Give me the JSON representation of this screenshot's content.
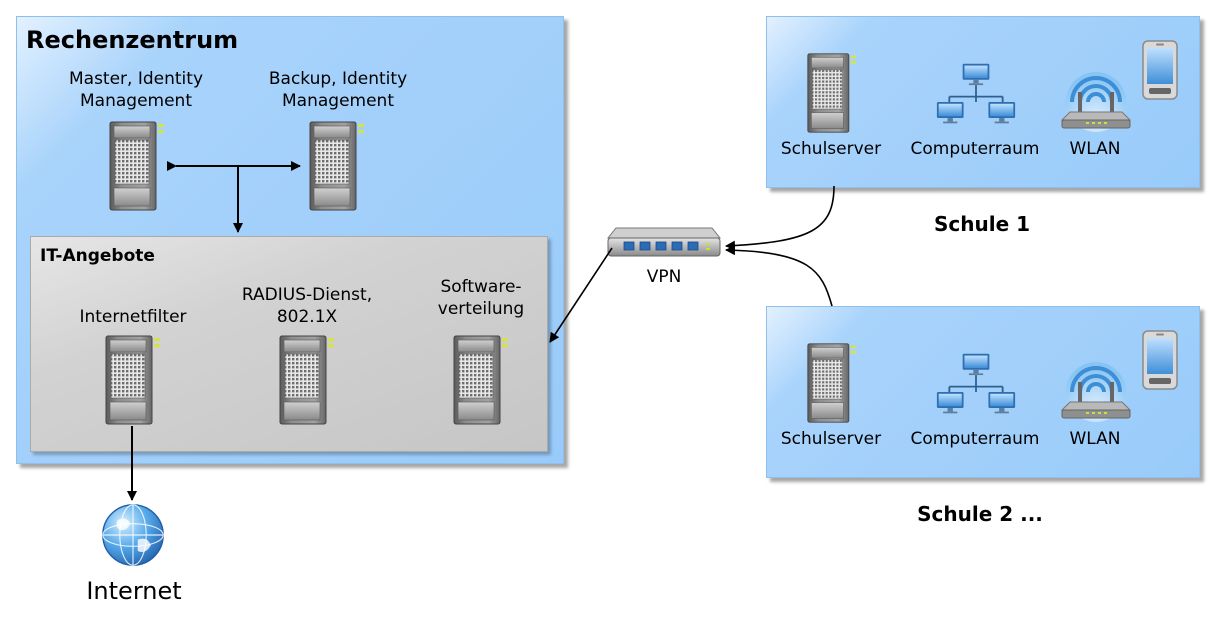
{
  "rechenzentrum": {
    "title": "Rechenzentrum",
    "master_label": "Master, Identity\nManagement",
    "backup_label": "Backup, Identity\nManagement"
  },
  "it_angebote": {
    "title": "IT-Angebote",
    "internetfilter": "Internetfilter",
    "radius": "RADIUS-Dienst,\n802.1X",
    "software": "Software-\nverteilung"
  },
  "vpn": {
    "label": "VPN"
  },
  "internet": {
    "label": "Internet"
  },
  "schule1": {
    "title": "Schule 1",
    "schulserver": "Schulserver",
    "computerraum": "Computerraum",
    "wlan": "WLAN"
  },
  "schule2": {
    "title": "Schule 2 ...",
    "schulserver": "Schulserver",
    "computerraum": "Computerraum",
    "wlan": "WLAN"
  },
  "icons": {
    "server": "server-tower-icon",
    "network": "computer-network-icon",
    "wlan": "wireless-router-icon",
    "phone": "smartphone-icon",
    "vpn": "vpn-router-icon",
    "globe": "globe-icon"
  }
}
